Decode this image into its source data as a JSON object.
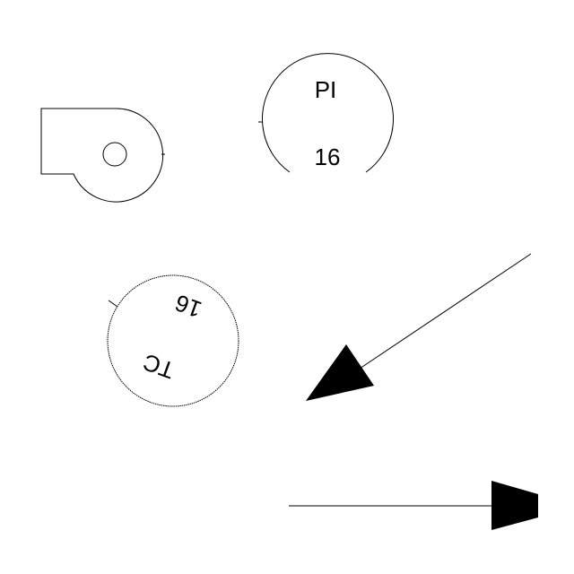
{
  "symbols": {
    "fan": {
      "icon": "centrifugal-fan-icon"
    },
    "pressure_indicator": {
      "tag": "PI",
      "number": "16"
    },
    "temperature_controller": {
      "tag": "TC",
      "number": "16"
    },
    "diagonal_arrow": {
      "icon": "arrow-icon"
    },
    "horizontal_arrow": {
      "icon": "arrow-icon"
    }
  },
  "colors": {
    "line": "#000000",
    "background": "#ffffff"
  }
}
